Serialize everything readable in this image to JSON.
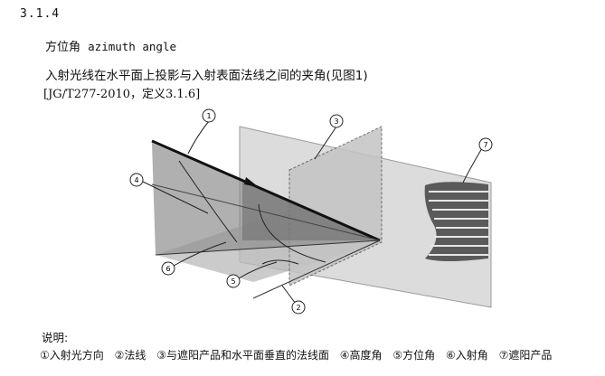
{
  "clause_number": "3.1.4",
  "term": {
    "zh": "方位角",
    "en": "azimuth angle"
  },
  "definition": "入射光线在水平面上投影与入射表面法线之间的夹角(见图1)",
  "source": "[JG/T277-2010，定义3.1.6]",
  "figure": {
    "callouts": [
      "1",
      "2",
      "3",
      "4",
      "5",
      "6",
      "7"
    ]
  },
  "notes": {
    "title": "说明:",
    "items": [
      "①入射光方向",
      "②法线",
      "③与遮阳产品和水平面垂直的法线面",
      "④高度角",
      "⑤方位角",
      "⑥入射角",
      "⑦遮阳产品"
    ]
  }
}
